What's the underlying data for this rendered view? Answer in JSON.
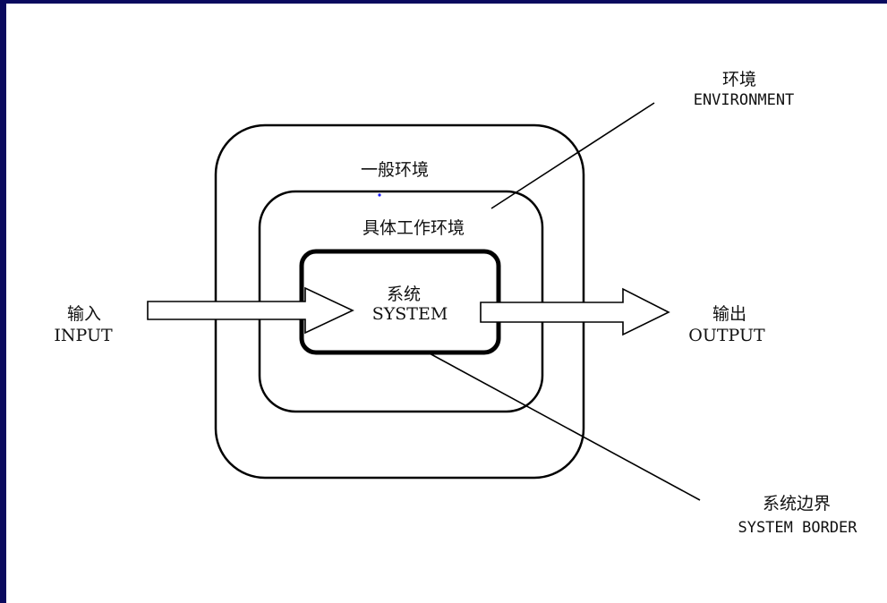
{
  "diagram": {
    "environment": {
      "cn": "环境",
      "en": "ENVIRONMENT"
    },
    "general_environment": "一般环境",
    "specific_environment": "具体工作环境",
    "system": {
      "cn": "系统",
      "en": "SYSTEM"
    },
    "input": {
      "cn": "输入",
      "en": "INPUT"
    },
    "output": {
      "cn": "输出",
      "en": "OUTPUT"
    },
    "system_border": {
      "cn": "系统边界",
      "en": "SYSTEM BORDER"
    }
  },
  "colors": {
    "frame": "#0a0a5e",
    "stroke": "#000000",
    "dot": "#1a1aff"
  }
}
